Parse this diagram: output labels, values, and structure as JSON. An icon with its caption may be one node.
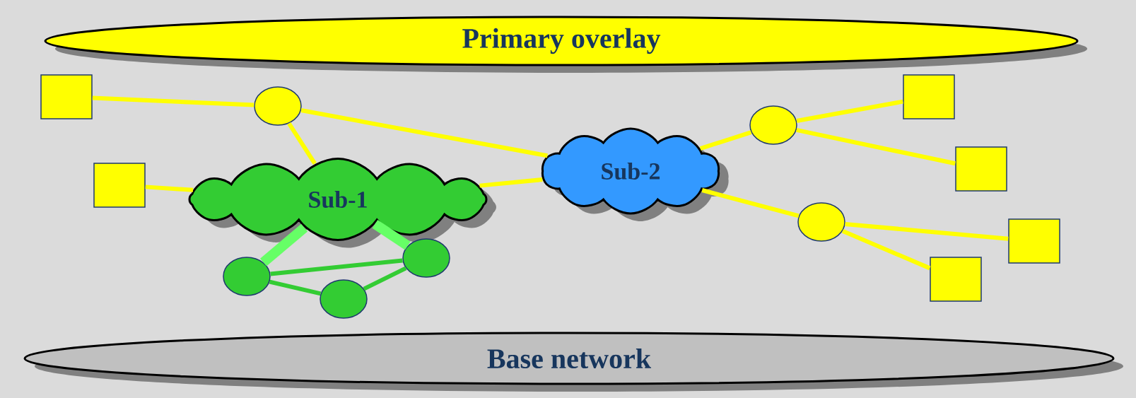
{
  "diagram": {
    "nodes": [
      {
        "text": [
          "Primary overlay"
        ]
      },
      {
        "text": [
          "Base network"
        ]
      },
      {
        "text": [
          "Sub-1"
        ]
      },
      {
        "text": [
          "Sub-2"
        ]
      },
      {
        "text": [],
        "shape": "box"
      },
      {
        "text": [],
        "shape": "box"
      },
      {
        "text": [],
        "shape": "box"
      },
      {
        "text": [],
        "shape": "box"
      },
      {
        "text": [],
        "shape": "box"
      },
      {
        "text": [],
        "shape": "box"
      },
      {
        "text": [],
        "shape": "circle"
      },
      {
        "text": [],
        "shape": "circle"
      },
      {
        "text": [],
        "shape": "circle"
      },
      {
        "text": [],
        "shape": "circle"
      },
      {
        "text": [],
        "shape": "circle"
      },
      {
        "text": [],
        "shape": "circle"
      }
    ],
    "edges": [
      {
        "from": 4,
        "to": 10,
        "arrow": "none"
      },
      {
        "from": 10,
        "to": 2,
        "arrow": "none"
      },
      {
        "from": 10,
        "to": 3,
        "arrow": "none"
      },
      {
        "from": 5,
        "to": 2,
        "arrow": "none"
      },
      {
        "from": 2,
        "to": 3,
        "arrow": "none"
      },
      {
        "from": 3,
        "to": 11,
        "arrow": "none"
      },
      {
        "from": 3,
        "to": 12,
        "arrow": "none"
      },
      {
        "from": 11,
        "to": 6,
        "arrow": "none"
      },
      {
        "from": 11,
        "to": 7,
        "arrow": "none"
      },
      {
        "from": 12,
        "to": 8,
        "arrow": "none"
      },
      {
        "from": 12,
        "to": 9,
        "arrow": "none"
      },
      {
        "from": 2,
        "to": 13,
        "arrow": "none",
        "style": "thick",
        "color": "#66ff66"
      },
      {
        "from": 2,
        "to": 15,
        "arrow": "none",
        "style": "thick",
        "color": "#66ff66"
      },
      {
        "from": 13,
        "to": 15,
        "arrow": "none",
        "color": "#33cc33"
      },
      {
        "from": 13,
        "to": 14,
        "arrow": "none",
        "color": "#33cc33"
      },
      {
        "from": 14,
        "to": 15,
        "arrow": "none",
        "color": "#33cc33"
      }
    ]
  }
}
